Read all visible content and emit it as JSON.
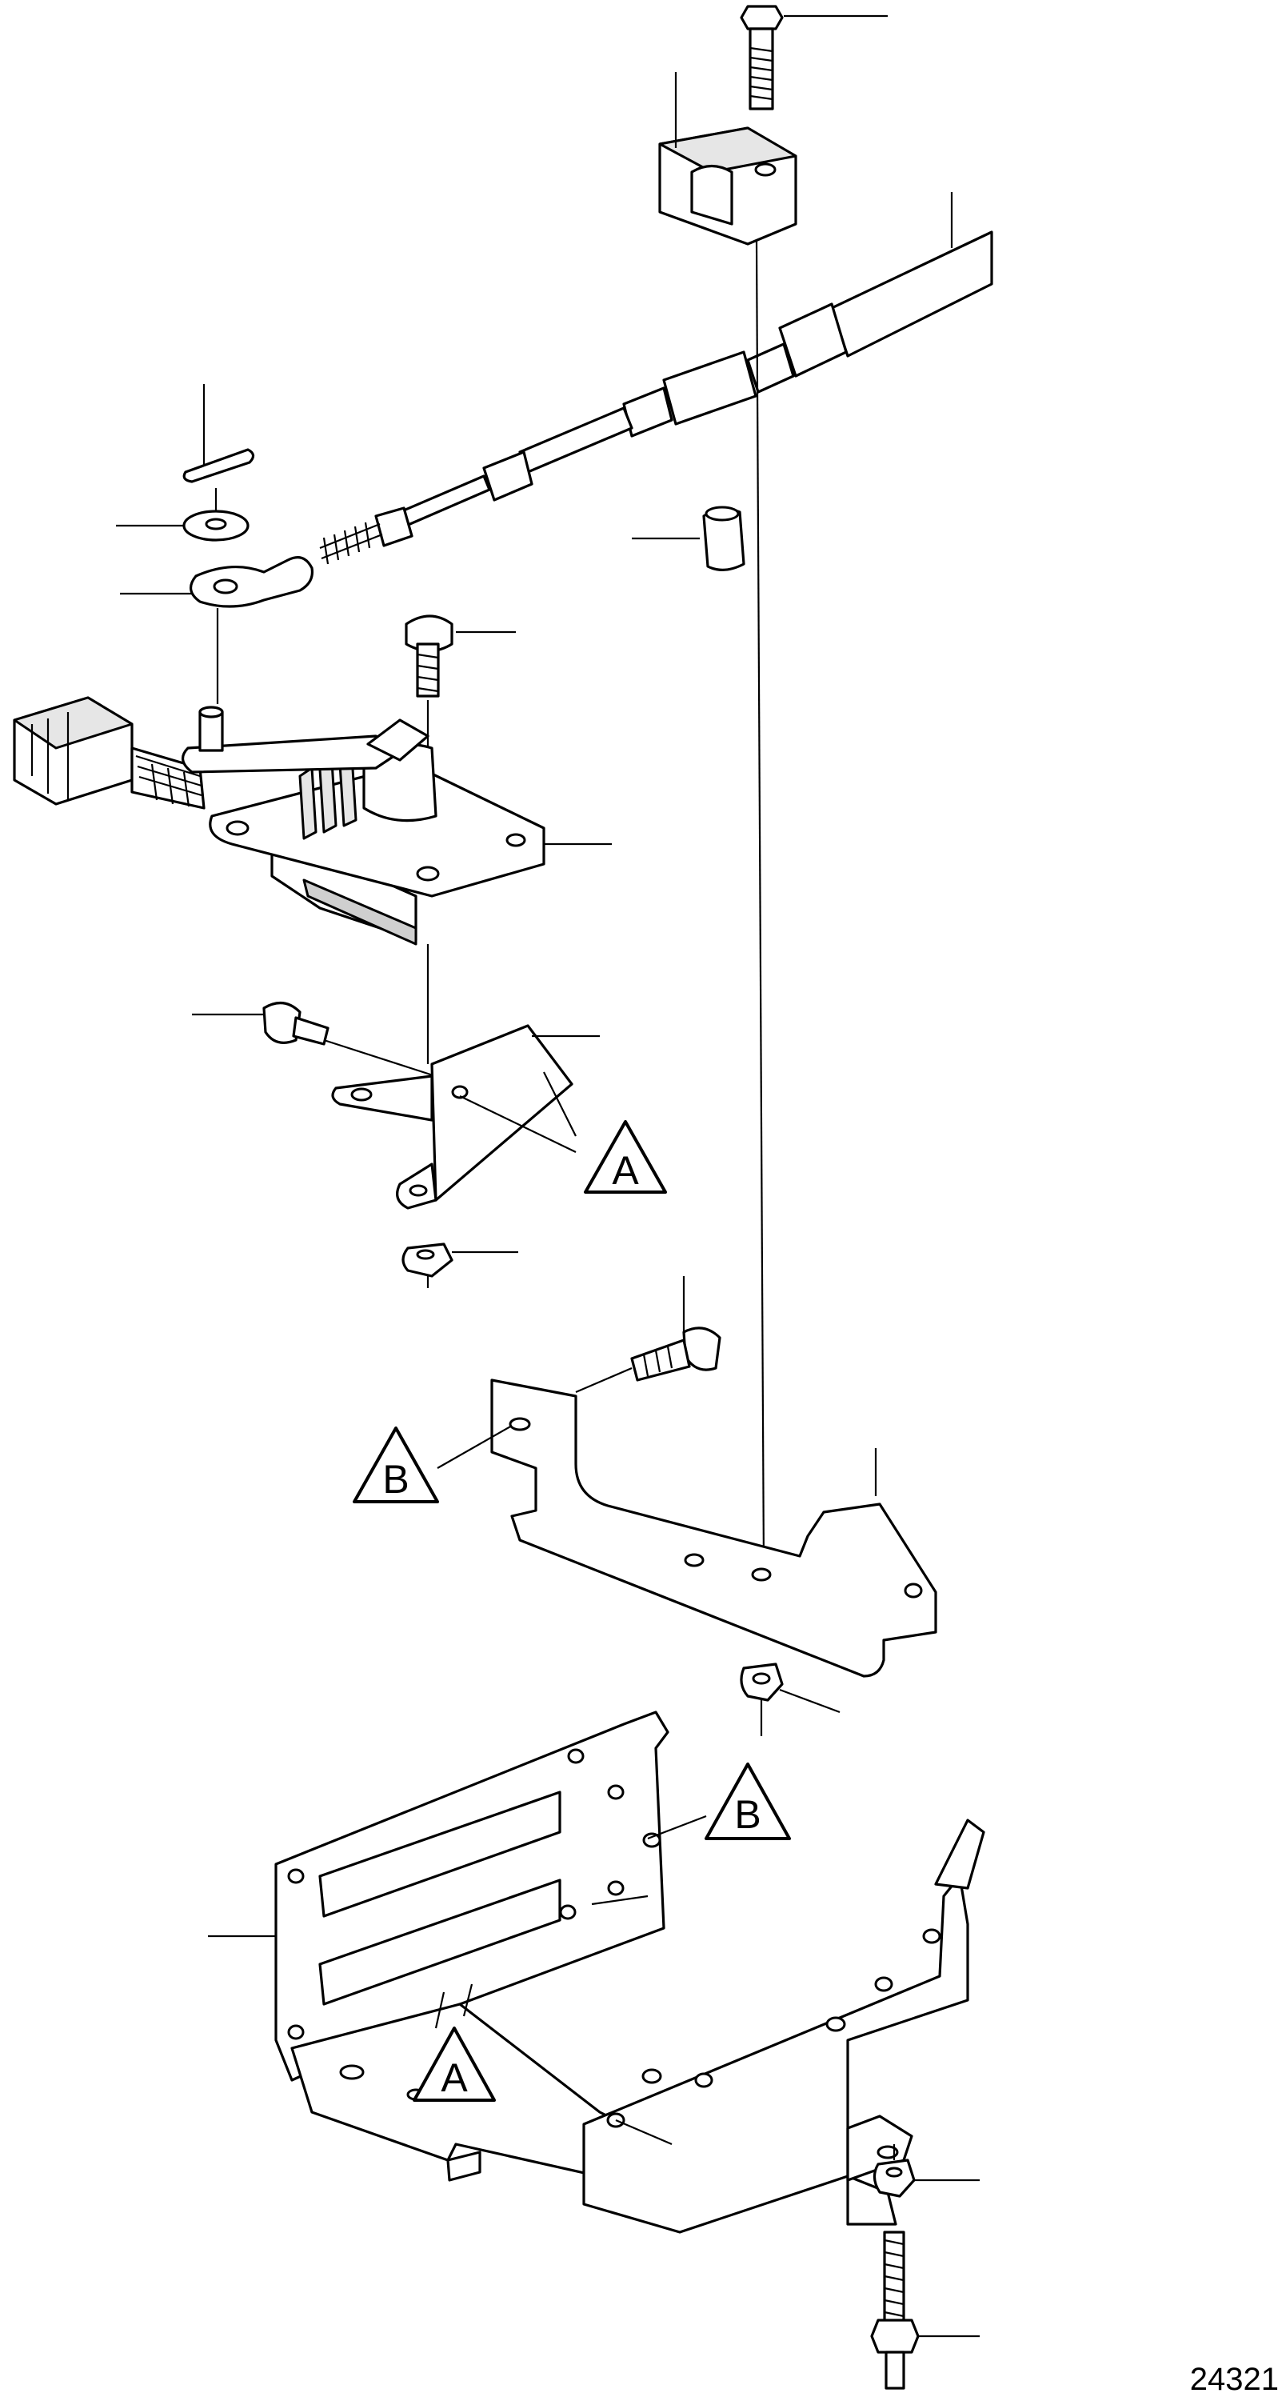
{
  "figure": {
    "id": "24321"
  },
  "references": {
    "a": "A",
    "b": "B"
  },
  "colors": {
    "line": "#000000",
    "fill": "#ffffff",
    "shade": "#e6e6e6"
  }
}
